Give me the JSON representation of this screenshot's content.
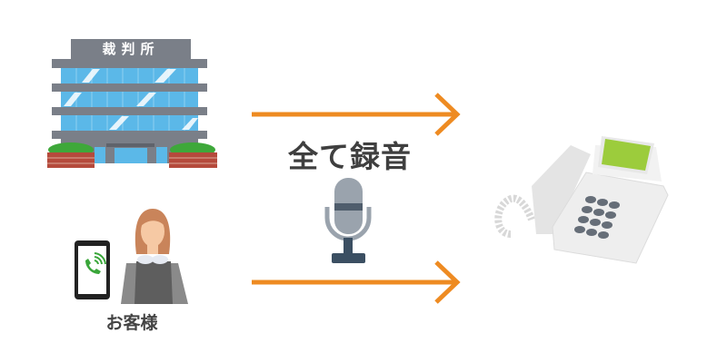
{
  "court": {
    "sign": "裁判所"
  },
  "center_label": "全て録音",
  "customer": {
    "label": "お客様"
  },
  "colors": {
    "arrow": "#ee8b22",
    "glass": "#5bb8e8",
    "building": "#7a7f88",
    "screen": "#9ccc3c",
    "phone_icon": "#3aa63a"
  }
}
